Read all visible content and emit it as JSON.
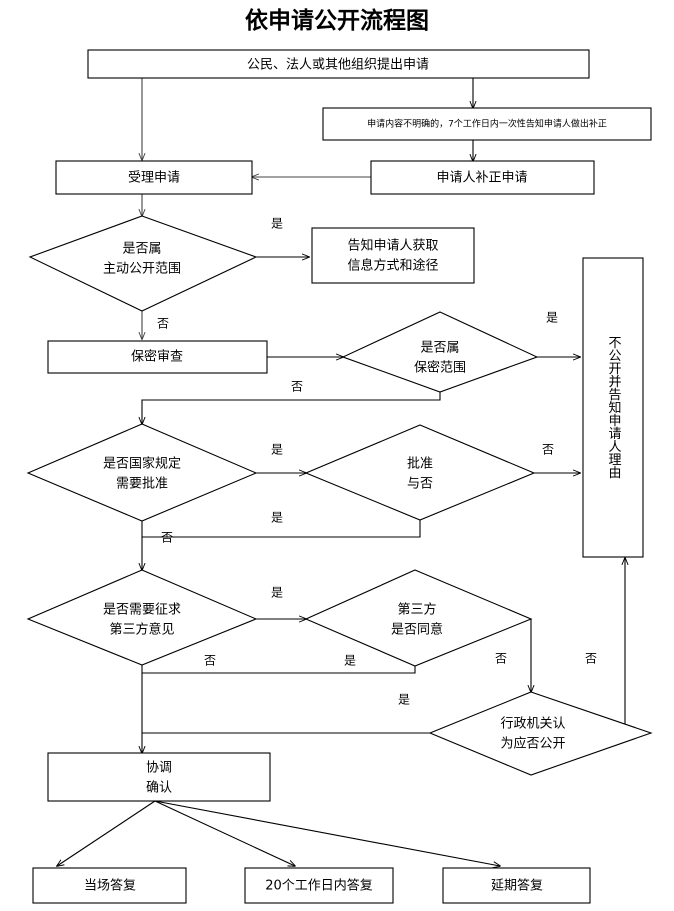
{
  "title": "依申请公开流程图",
  "chart_data": {
    "type": "diagram",
    "title": "依申请公开流程图",
    "nodes": [
      {
        "id": "n1",
        "shape": "box",
        "label": "公民、法人或其他组织提出申请"
      },
      {
        "id": "n2",
        "shape": "box",
        "label": "申请内容不明确的，7个工作日内一次性告知申请人做出补正"
      },
      {
        "id": "n3",
        "shape": "box",
        "label": "申请人补正申请"
      },
      {
        "id": "n4",
        "shape": "box",
        "label": "受理申请"
      },
      {
        "id": "n5",
        "shape": "diamond",
        "label_line1": "是否属",
        "label_line2": "主动公开范围"
      },
      {
        "id": "n6",
        "shape": "box",
        "label_line1": "告知申请人获取",
        "label_line2": "信息方式和途径"
      },
      {
        "id": "n7",
        "shape": "box",
        "label": "保密审查"
      },
      {
        "id": "n8",
        "shape": "diamond",
        "label_line1": "是否属",
        "label_line2": "保密范围"
      },
      {
        "id": "n9",
        "shape": "box-vertical",
        "label": "不公开并告知申请人理由"
      },
      {
        "id": "n10",
        "shape": "diamond",
        "label_line1": "是否国家规定",
        "label_line2": "需要批准"
      },
      {
        "id": "n11",
        "shape": "diamond",
        "label_line1": "批准",
        "label_line2": "与否"
      },
      {
        "id": "n12",
        "shape": "diamond",
        "label_line1": "是否需要征求",
        "label_line2": "第三方意见"
      },
      {
        "id": "n13",
        "shape": "diamond",
        "label_line1": "第三方",
        "label_line2": "是否同意"
      },
      {
        "id": "n14",
        "shape": "diamond",
        "label_line1": "行政机关认",
        "label_line2": "为应否公开"
      },
      {
        "id": "n15",
        "shape": "box",
        "label_line1": "协调",
        "label_line2": "确认"
      },
      {
        "id": "n16",
        "shape": "box",
        "label": "当场答复"
      },
      {
        "id": "n17",
        "shape": "box",
        "label": "20个工作日内答复"
      },
      {
        "id": "n18",
        "shape": "box",
        "label": "延期答复"
      }
    ],
    "edge_labels": {
      "e_n5_yes": "是",
      "e_n5_no": "否",
      "e_n8_yes": "是",
      "e_n8_no": "否",
      "e_n10_yes": "是",
      "e_n10_yes2": "是",
      "e_n10_no": "否",
      "e_n11_no": "否",
      "e_n12_yes": "是",
      "e_n12_no": "否",
      "e_n13_yes": "是",
      "e_n13_yes2": "是",
      "e_n13_no": "否",
      "e_n14_no": "否"
    },
    "colors": {
      "stroke": "#000000",
      "fill": "#ffffff",
      "text": "#000000"
    }
  }
}
